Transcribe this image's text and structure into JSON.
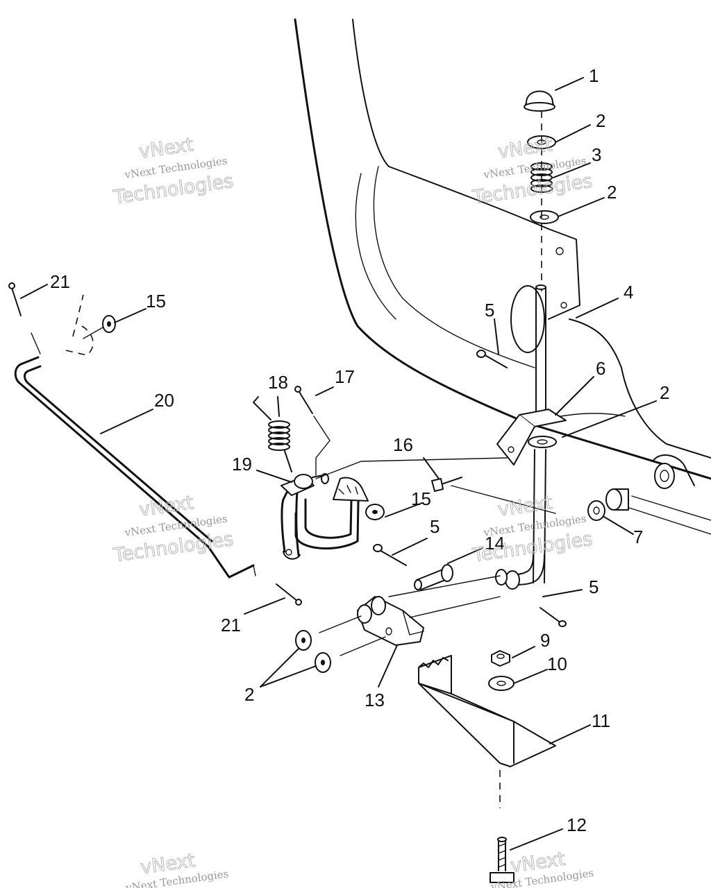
{
  "callouts": [
    "1",
    "2",
    "3",
    "2",
    "4",
    "5",
    "6",
    "2",
    "16",
    "17",
    "18",
    "19",
    "15",
    "5",
    "14",
    "7",
    "5",
    "20",
    "21",
    "15",
    "21",
    "9",
    "10",
    "2",
    "13",
    "11",
    "12"
  ],
  "watermark": {
    "brand_line": "vNext Technologies",
    "big_line": "Technologies",
    "big_prefix": "vNext"
  }
}
